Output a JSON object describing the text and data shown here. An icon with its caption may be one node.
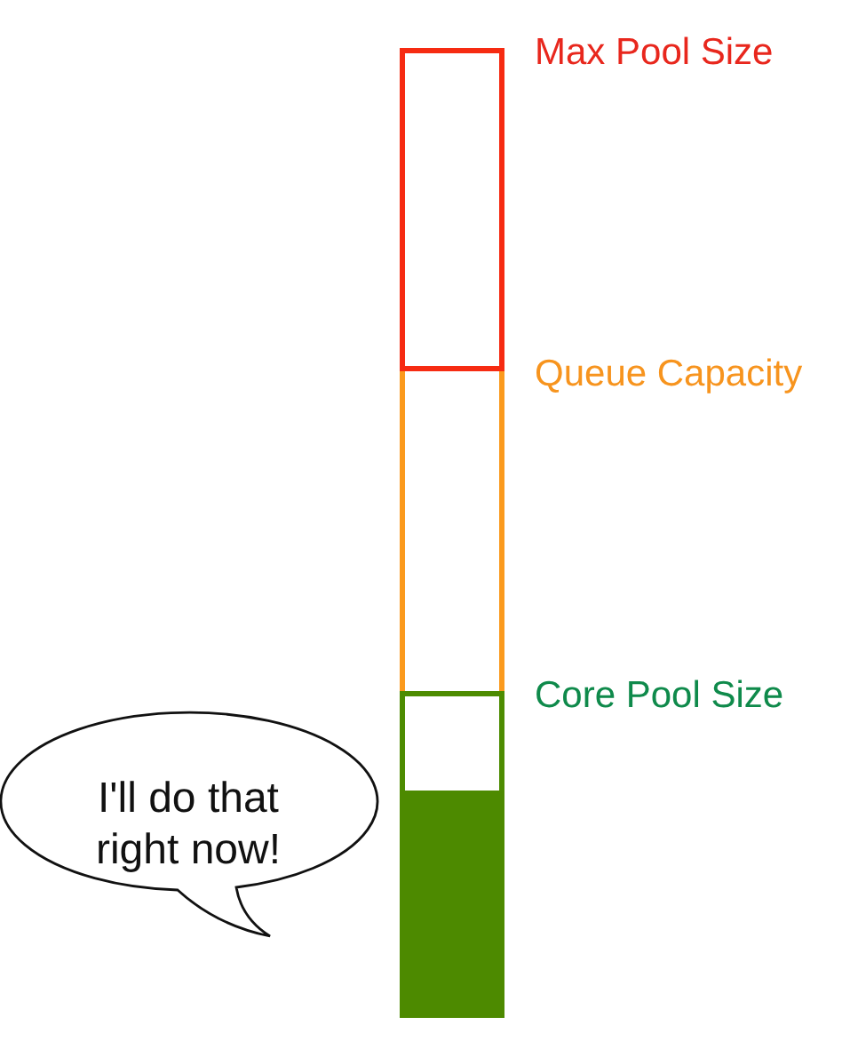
{
  "diagram": {
    "nodes": [
      {
        "text": [
          "Max Pool Size"
        ]
      },
      {
        "text": [
          "Queue Capacity"
        ]
      },
      {
        "text": [
          "Core Pool Size"
        ]
      },
      {
        "text": [],
        "shape": "bar",
        "in": 2
      },
      {
        "text": [
          "I'll do that right now!"
        ]
      }
    ]
  }
}
